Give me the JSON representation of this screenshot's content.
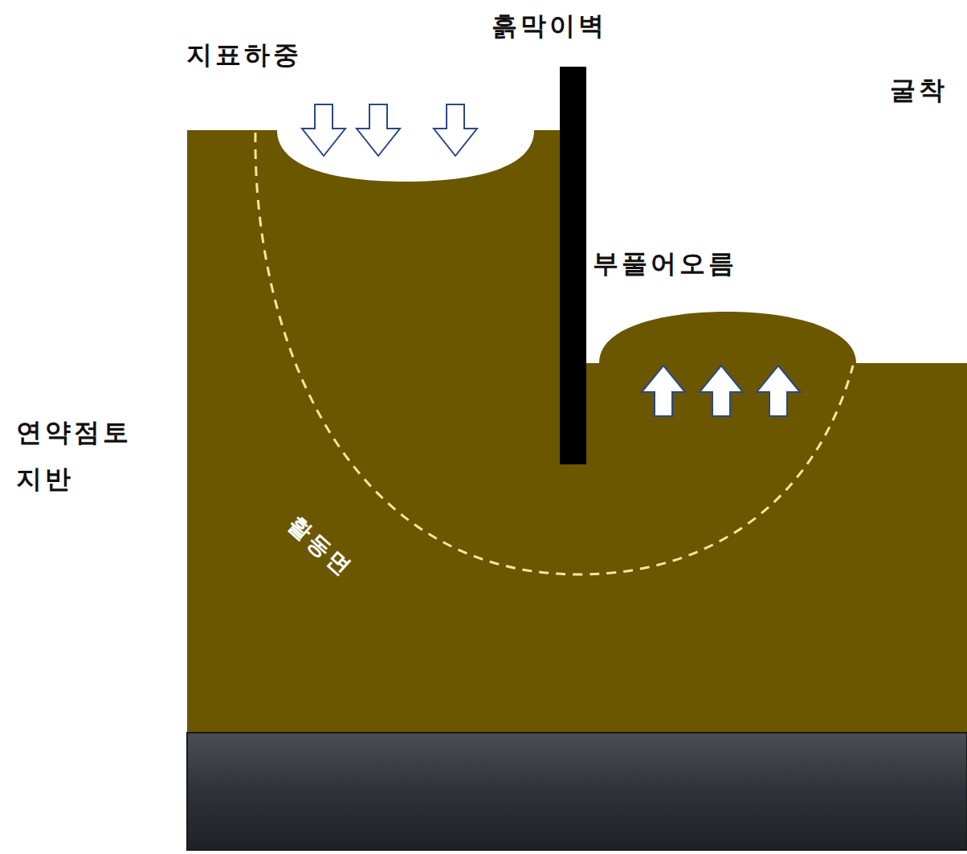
{
  "diagram": {
    "labels": [
      "지표하중",
      "흙막이벽",
      "굴착",
      "부풀어오름",
      "연약점토 지반",
      "활동면"
    ]
  }
}
